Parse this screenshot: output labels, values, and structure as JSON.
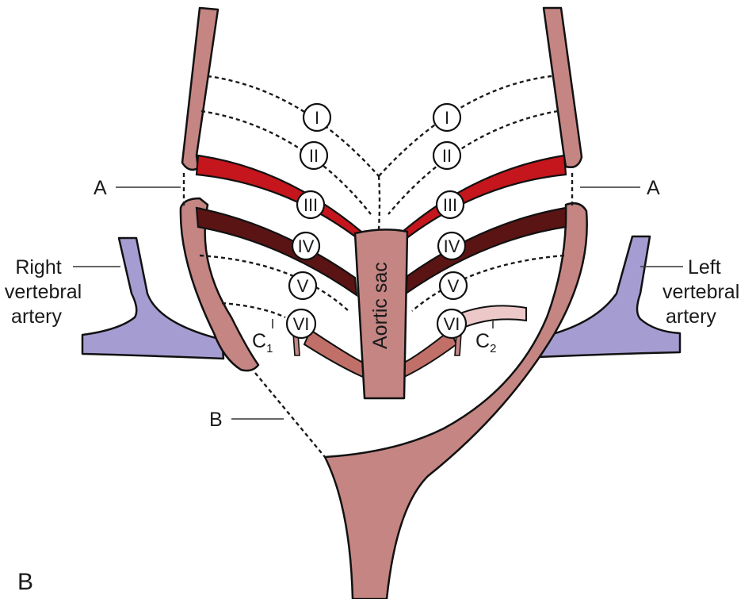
{
  "diagram": {
    "panel_label": "B",
    "labels": {
      "a_left": "A",
      "a_right": "A",
      "b": "B",
      "aortic_sac": "Aortic sac",
      "c1": "C",
      "c1_sub": "1",
      "c2": "C",
      "c2_sub": "2",
      "right_vertebral": [
        "Right",
        "vertebral",
        "artery"
      ],
      "left_vertebral": [
        "Left",
        "vertebral",
        "artery"
      ]
    },
    "arches": [
      "I",
      "II",
      "III",
      "IV",
      "V",
      "VI"
    ],
    "colors": {
      "dorsal_aorta": "#c48583",
      "arch_iii": "#c4161c",
      "arch_iv": "#5a1414",
      "arch_vi": "#c07068",
      "left_sixth_distal": "#ecc8c8",
      "vertebral": "#a59dd2",
      "background": "#ffffff"
    }
  }
}
